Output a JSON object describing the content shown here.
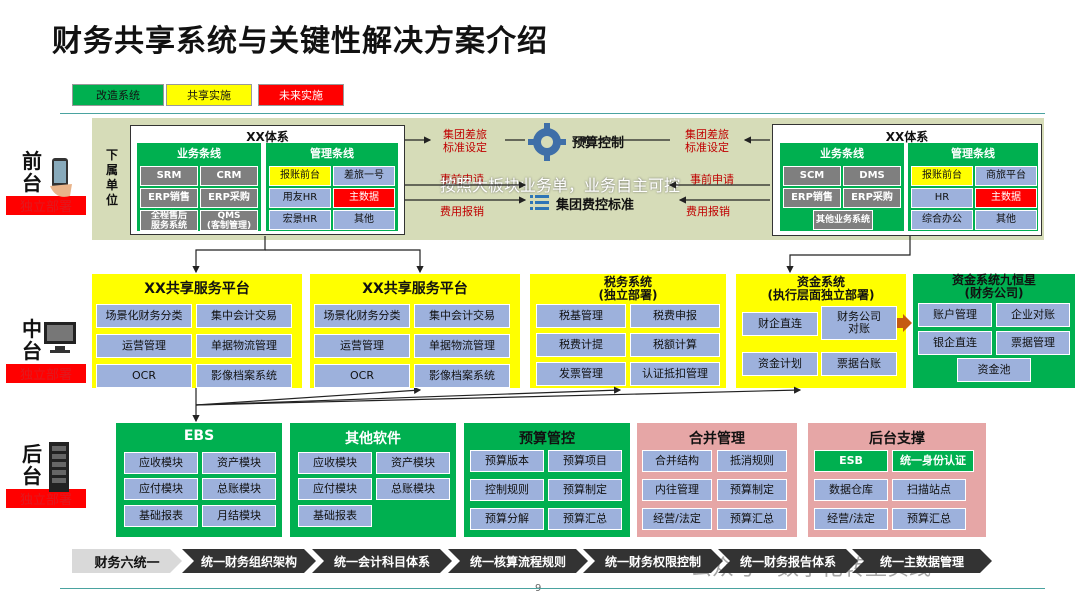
{
  "title": "财务共享系统与关键性解决方案介绍",
  "legend": [
    "改造系统",
    "共享实施",
    "未来实施"
  ],
  "layers": {
    "front": {
      "label": "前\n台",
      "sub": "独立部署"
    },
    "middle": {
      "label": "中\n台",
      "sub": "独立部署"
    },
    "back": {
      "label": "后\n台",
      "sub": "独立部署"
    }
  },
  "front": {
    "sub_unit": "下\n属\n单\n位",
    "left": {
      "title": "XX体系",
      "biz": "业务条线",
      "mgmt": "管理条线",
      "biz_items": [
        "SRM",
        "CRM",
        "ERP销售",
        "ERP采购",
        "全程售后\n服务系统",
        "QMS\n(客制管理)"
      ],
      "mgmt_items": [
        "报账前台",
        "差旅一号",
        "用友HR",
        "主数据",
        "宏景HR",
        "其他"
      ]
    },
    "right": {
      "title": "XX体系",
      "biz": "业务条线",
      "mgmt": "管理条线",
      "biz_items": [
        "SCM",
        "DMS",
        "ERP销售",
        "ERP采购",
        "其他业务系统"
      ],
      "mgmt_items": [
        "报账前台",
        "商旅平台",
        "HR",
        "主数据",
        "综合办公",
        "其他"
      ]
    },
    "center": {
      "budget": "预算控制",
      "left_top": "集团差旅\n标准设定",
      "right_top": "集团差旅\n标准设定",
      "left_mid": "事前申请",
      "right_mid": "事前申请",
      "left_bot": "费用报销",
      "right_bot": "费用报销",
      "overlay": "按照大板块业务单，业务自主可控",
      "std": "集团费控标准"
    }
  },
  "middle": {
    "ssc1": {
      "title": "XX共享服务平台",
      "items": [
        "场景化财务分类",
        "集中会计交易",
        "运营管理",
        "单据物流管理",
        "OCR",
        "影像档案系统"
      ]
    },
    "ssc2": {
      "title": "XX共享服务平台",
      "items": [
        "场景化财务分类",
        "集中会计交易",
        "运营管理",
        "单据物流管理",
        "OCR",
        "影像档案系统"
      ]
    },
    "tax": {
      "title": "税务系统\n(独立部署)",
      "items": [
        "税基管理",
        "税费申报",
        "税费计提",
        "税额计算",
        "发票管理",
        "认证抵扣管理"
      ]
    },
    "fund": {
      "title": "资金系统\n(执行层面独立部署)",
      "items": [
        "财企直连",
        "财务公司\n对账",
        "资金计划",
        "票据台账"
      ]
    },
    "fund9": {
      "title": "资金系统九恒星\n(财务公司)",
      "items": [
        "账户管理",
        "企业对账",
        "银企直连",
        "票据管理",
        "资金池"
      ]
    }
  },
  "back": {
    "ebs": {
      "title": "EBS",
      "items": [
        "应收模块",
        "资产模块",
        "应付模块",
        "总账模块",
        "基础报表",
        "月结模块"
      ]
    },
    "other": {
      "title": "其他软件",
      "items": [
        "应收模块",
        "资产模块",
        "应付模块",
        "总账模块",
        "基础报表"
      ]
    },
    "budget": {
      "title": "预算管控",
      "items": [
        "预算版本",
        "预算项目",
        "控制规则",
        "预算制定",
        "预算分解",
        "预算汇总"
      ]
    },
    "consol": {
      "title": "合并管理",
      "items": [
        "合并结构",
        "抵消规则",
        "内往管理",
        "预算制定",
        "经营/法定",
        "预算汇总"
      ]
    },
    "support": {
      "title": "后台支撑",
      "items": [
        "ESB",
        "统一身份认证",
        "数据仓库",
        "扫描站点",
        "经营/法定",
        "预算汇总"
      ]
    }
  },
  "bottom": {
    "label": "财务六统一",
    "items": [
      "统一财务组织架构",
      "统一会计科目体系",
      "统一核算流程规则",
      "统一财务权限控制",
      "统一财务报告体系",
      "统一主数据管理"
    ]
  },
  "watermark": "公众号 · 数字化转型实践",
  "page_number": "9",
  "colors": {
    "green": "#00b050",
    "yellow": "#ffff00",
    "red": "#ff0000",
    "cell": "#9db1dc",
    "front_bg": "#d6dcb8",
    "back_pink": "#e6a6a6"
  }
}
